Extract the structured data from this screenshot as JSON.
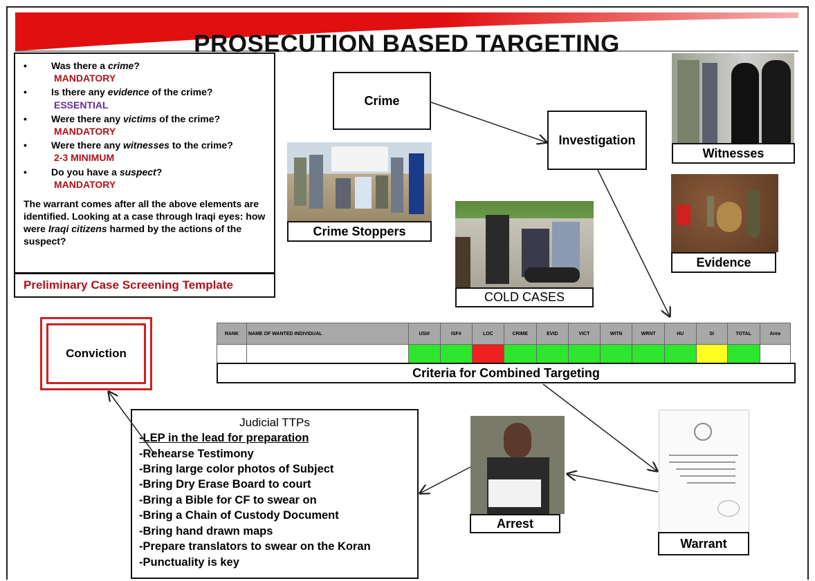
{
  "title": "PROSECUTION BASED TARGETING",
  "screening": {
    "questions": [
      {
        "bullet": "•",
        "pre": "Was there a ",
        "em": "crime",
        "post": "?",
        "tag": "MANDATORY",
        "tag_color": "red"
      },
      {
        "bullet": "•",
        "pre": "Is there any ",
        "em": "evidence",
        "post": " of the crime?",
        "tag": "ESSENTIAL",
        "tag_color": "purple"
      },
      {
        "bullet": "•",
        "pre": "Were there any ",
        "em": "victims",
        "post": " of the crime?",
        "tag": "MANDATORY",
        "tag_color": "red"
      },
      {
        "bullet": "•",
        "pre": "Were there any ",
        "em": "witnesses",
        "post": " to the crime?",
        "tag": "2-3 MINIMUM",
        "tag_color": "red"
      },
      {
        "bullet": "•",
        "pre": "Do you have a ",
        "em": "suspect",
        "post": "?",
        "tag": "MANDATORY",
        "tag_color": "red"
      }
    ],
    "paragraph": {
      "part1": "The warrant comes after all the above elements are identified. Looking at a case through Iraqi eyes: how were ",
      "em": "Iraqi citizens",
      "part2": " harmed by the actions of the suspect?"
    },
    "template_label": "Preliminary Case Screening Template"
  },
  "flow": {
    "crime": "Crime",
    "investigation": "Investigation",
    "witnesses": "Witnesses",
    "evidence": "Evidence",
    "crime_stoppers": "Crime Stoppers",
    "cold_cases": "COLD CASES",
    "conviction": "Conviction",
    "criteria": "Criteria for Combined Targeting",
    "arrest": "Arrest",
    "warrant": "Warrant"
  },
  "criteria_table": {
    "headers": [
      "RANK",
      "NAME OF WANTED INDIVIDUAL",
      "USI#",
      "ISF#",
      "LOC",
      "CRIME",
      "EVID",
      "VICT",
      "WITN",
      "WRNT",
      "HU",
      "SI",
      "TOTAL",
      "Area"
    ],
    "row_colors": [
      "white",
      "white",
      "green",
      "green",
      "red",
      "green",
      "green",
      "green",
      "green",
      "green",
      "green",
      "yellow",
      "green",
      "white"
    ]
  },
  "judicial": {
    "heading": "Judicial  TTPs",
    "items": [
      "-LEP in the lead for preparation",
      "-Rehearse Testimony",
      "-Bring large color photos of Subject",
      "-Bring Dry Erase Board to court",
      "-Bring a Bible for CF to swear on",
      "-Bring a Chain of Custody Document",
      "-Bring hand drawn maps",
      "-Prepare translators to swear on the Koran",
      "-Punctuality is key"
    ]
  },
  "colors": {
    "banner_red": "#e01010",
    "accent_red": "#b01218",
    "purple": "#6a2a9a",
    "green": "#2ee62e",
    "yellow": "#ffff22"
  }
}
